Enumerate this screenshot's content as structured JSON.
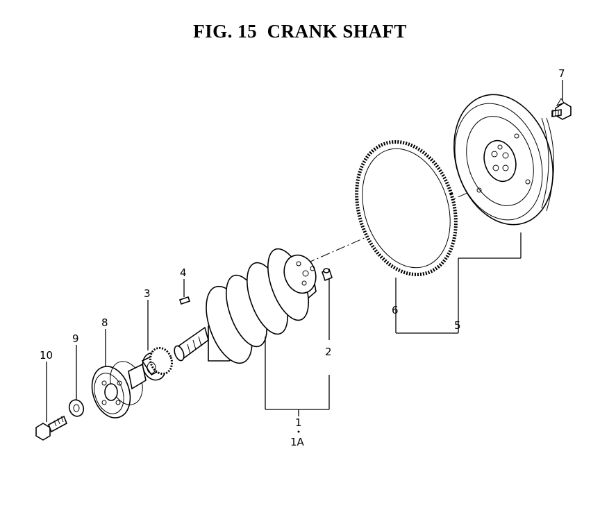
{
  "title": "FIG. 15  CRANK SHAFT",
  "callouts": {
    "c1": "1",
    "c1a": "1A",
    "c2": "2",
    "c3": "3",
    "c4": "4",
    "c5": "5",
    "c6": "6",
    "c7": "7",
    "c8": "8",
    "c9": "9",
    "c10": "10"
  }
}
